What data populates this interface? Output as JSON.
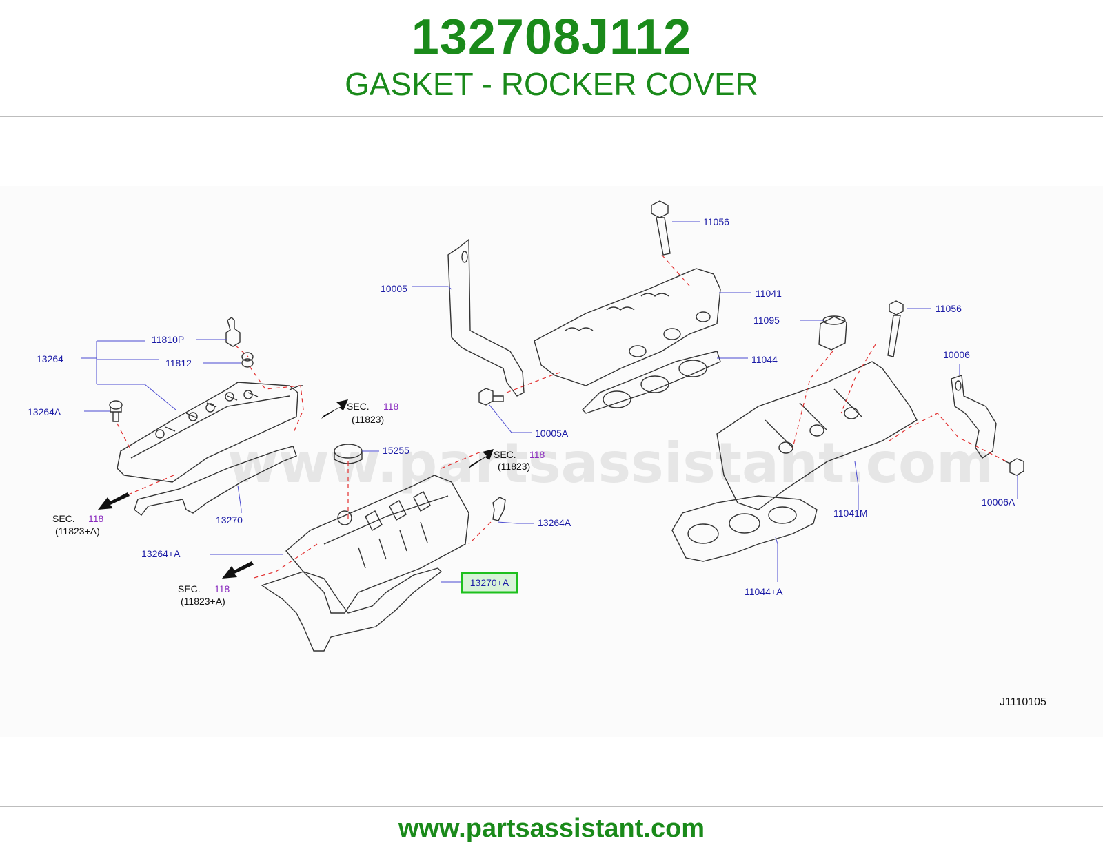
{
  "header": {
    "part_number": "132708J112",
    "part_name": "GASKET - ROCKER COVER"
  },
  "footer": {
    "url": "www.partsassistant.com"
  },
  "diagram": {
    "watermark": "www.partsassistant.com",
    "diagram_id": "J1110105",
    "highlighted_label": "13270+A",
    "highlight_color": "#1ec01e",
    "labels": {
      "l11056a": "11056",
      "l10005": "10005",
      "l11041": "11041",
      "l11056b": "11056",
      "l11095": "11095",
      "l11044": "11044",
      "l10006": "10006",
      "l11810p": "11810P",
      "l13264": "13264",
      "l11812": "11812",
      "l13264a1": "13264A",
      "l15255": "15255",
      "l10005a": "10005A",
      "l13270": "13270",
      "l11041m": "11041M",
      "l10006a": "10006A",
      "l13264a2": "13264A",
      "l13264plusa": "13264+A",
      "l11044plusa": "11044+A"
    },
    "sections": [
      {
        "sec": "SEC.",
        "num": "118",
        "ref": "(11823)"
      },
      {
        "sec": "SEC.",
        "num": "118",
        "ref": "(11823)"
      },
      {
        "sec": "SEC.",
        "num": "118",
        "ref": "(11823+A)"
      },
      {
        "sec": "SEC.",
        "num": "118",
        "ref": "(11823+A)"
      }
    ]
  }
}
